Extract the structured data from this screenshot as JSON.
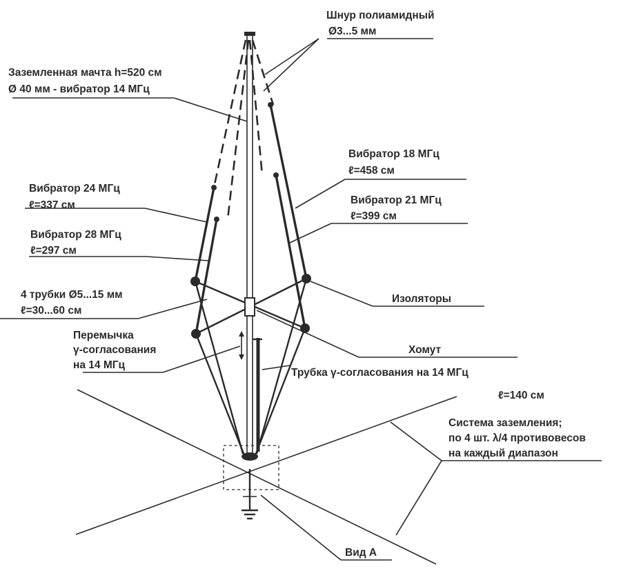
{
  "labels": {
    "cord_line1": "Шнур полиамидный",
    "cord_line2": "Ø3...5 мм",
    "mast_line1": "Заземленная мачта h=520 см",
    "mast_line2": "Ø 40 мм - вибратор 14 МГц",
    "vib18_line1": "Вибратор 18 МГц",
    "vib18_line2": "ℓ=458 см",
    "vib24_line1": "Вибратор 24 МГц",
    "vib24_line2": "ℓ=337 см",
    "vib21_line1": "Вибратор 21 МГц",
    "vib21_line2": "ℓ=399 см",
    "vib28_line1": "Вибратор 28 МГц",
    "vib28_line2": "ℓ=297 см",
    "tubes_line1": "4 трубки Ø5...15 мм",
    "tubes_line2": "ℓ=30...60 см",
    "insulators": "Изоляторы",
    "jumper_line1": "Перемычка",
    "jumper_line2": "γ-согласования",
    "jumper_line3": "на 14 МГц",
    "clamp": "Хомут",
    "gamma_tube_line1": "Трубка γ-согласования на 14 МГц",
    "gamma_tube_line2": "ℓ=140 см",
    "ground_line1": "Система заземления;",
    "ground_line2": "по 4 шт. λ/4 противовесов",
    "ground_line3": "на каждый диапазон",
    "view_a": "Вид А"
  }
}
